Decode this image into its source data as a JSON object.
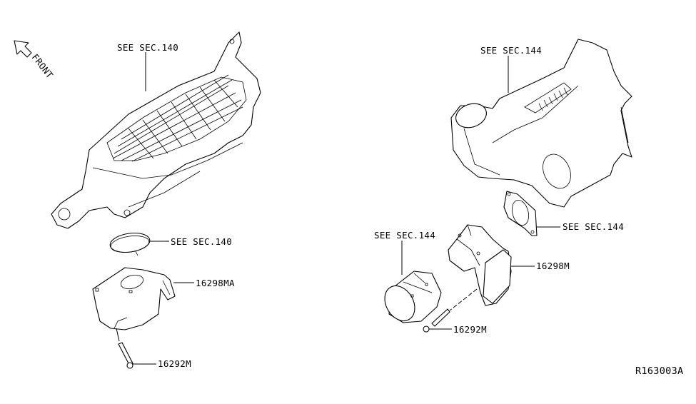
{
  "diagram": {
    "direction_indicator": {
      "label": "FRONT",
      "icon": "front-arrow-icon"
    },
    "diagram_code": "R163003A",
    "left_assembly": {
      "intake_manifold_callout": "SEE SEC.140",
      "clamp_callout": "SEE SEC.140",
      "bracket_part_number": "16298MA",
      "bolt_part_number": "16292M"
    },
    "right_assembly": {
      "air_cleaner_callout": "SEE SEC.144",
      "gasket_callout": "SEE SEC.144",
      "duct_callout": "SEE SEC.144",
      "bracket_part_number": "16298M",
      "bolt_part_number": "16292M"
    }
  }
}
